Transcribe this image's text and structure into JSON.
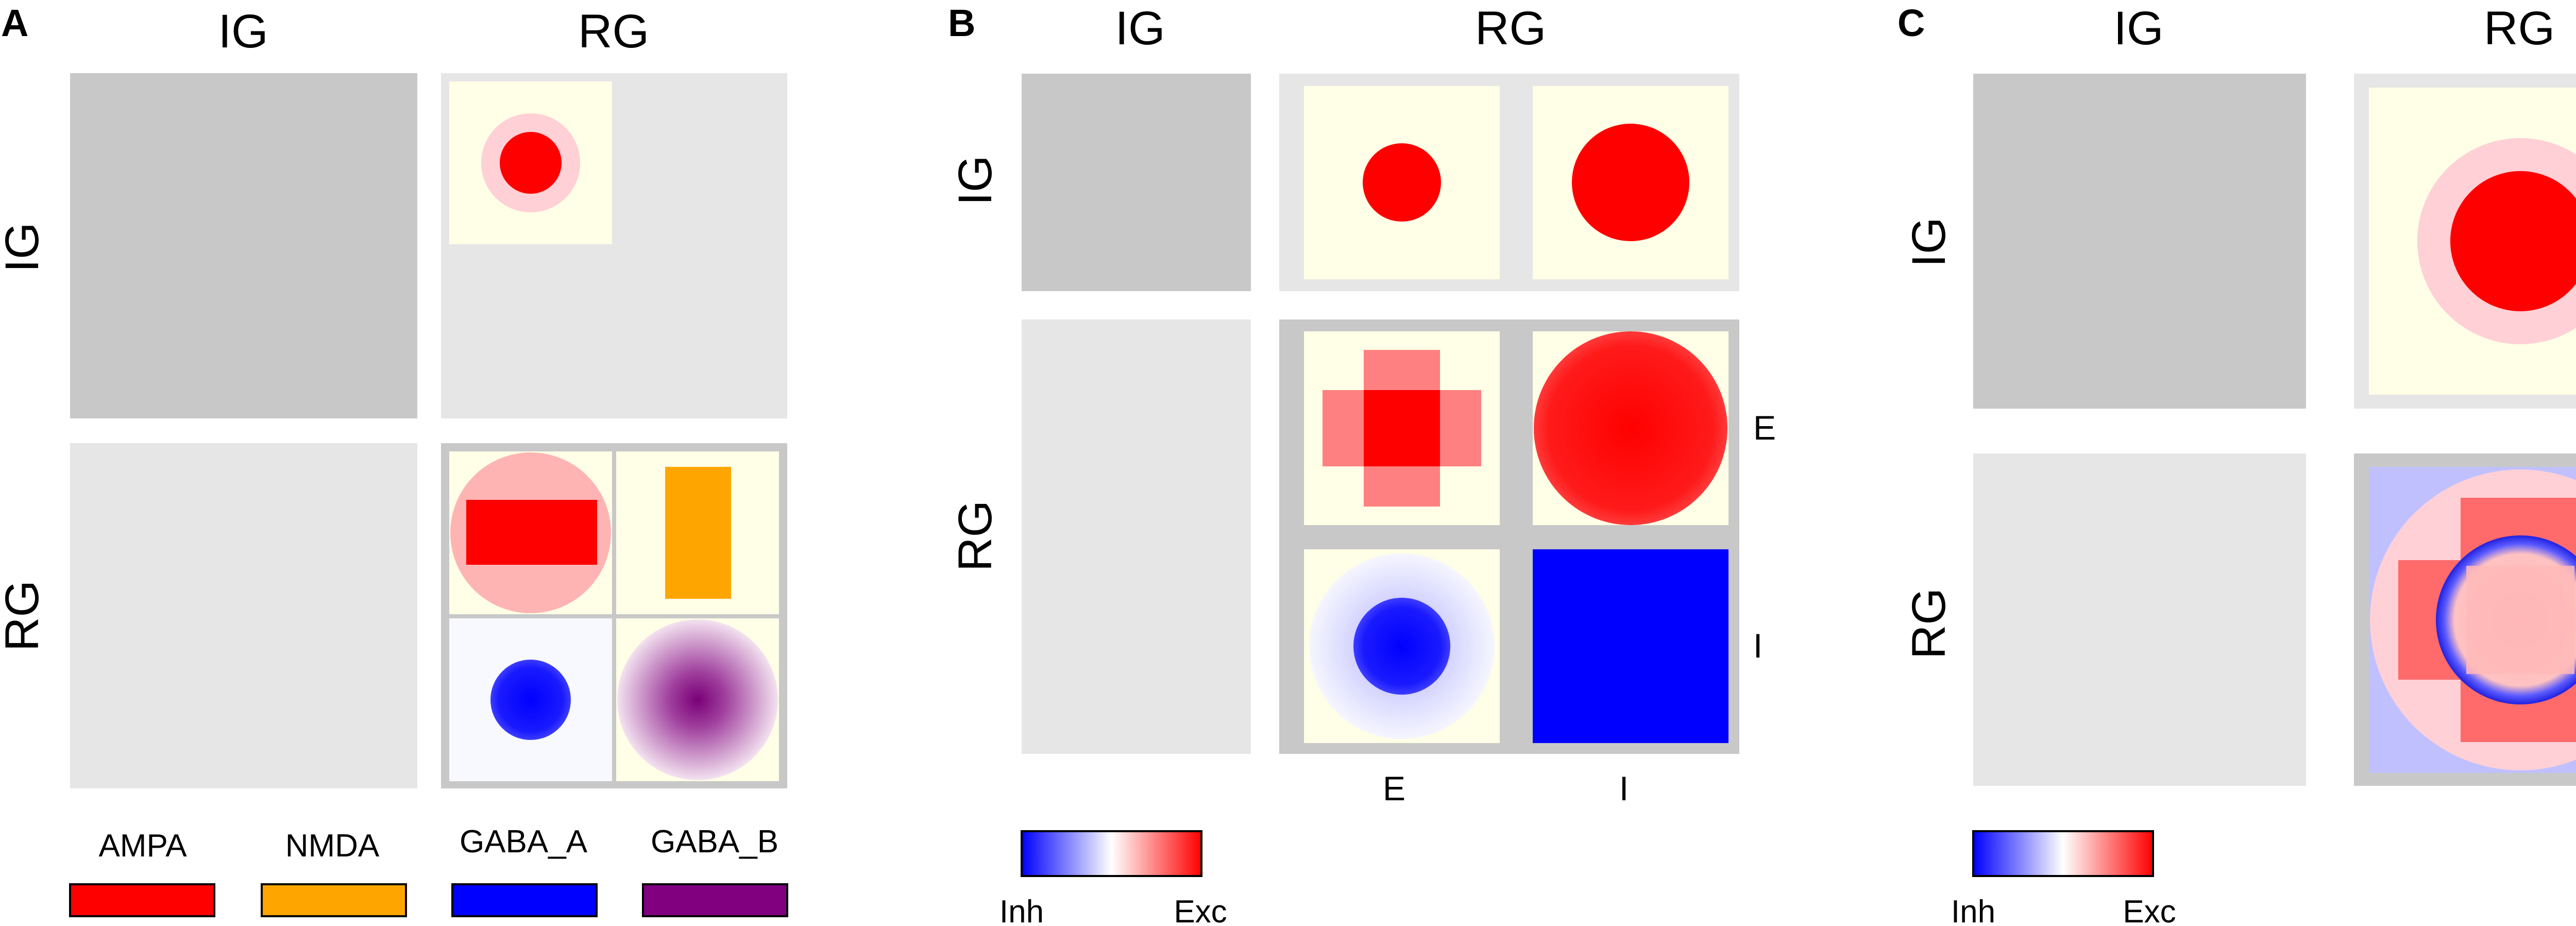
{
  "panel_a": {
    "letter": "A",
    "col_headers": [
      "IG",
      "RG"
    ],
    "row_headers": [
      "IG",
      "RG"
    ],
    "legend": [
      {
        "label": "AMPA",
        "color": "#ff0000"
      },
      {
        "label": "NMDA",
        "color": "#ffa500"
      },
      {
        "label": "GABA_A",
        "color": "#0000ff"
      },
      {
        "label": "GABA_B",
        "color": "#800080"
      }
    ]
  },
  "panel_b": {
    "letter": "B",
    "col_headers": [
      "IG",
      "RG"
    ],
    "row_headers": [
      "IG",
      "RG"
    ],
    "sub_row_labels": [
      "E",
      "I"
    ],
    "sub_col_labels": [
      "E",
      "I"
    ],
    "colorbar": {
      "min_label": "Inh",
      "max_label": "Exc"
    }
  },
  "panel_c": {
    "letter": "C",
    "col_headers": [
      "IG",
      "RG"
    ],
    "row_headers": [
      "IG",
      "RG"
    ],
    "colorbar": {
      "min_label": "Inh",
      "max_label": "Exc"
    }
  },
  "colors": {
    "dark_gray": "#c8c8c8",
    "light_gray": "#e6e6e6",
    "cream": "#fffee6",
    "exc": "#ff0000",
    "inh": "#0000ff"
  }
}
